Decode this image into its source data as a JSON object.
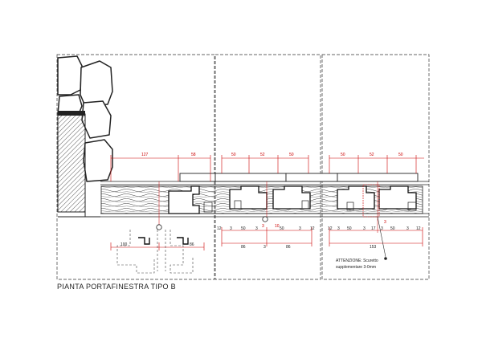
{
  "title": "PIANTA PORTAFINESTRA TIPO B",
  "top_dims": {
    "left_a": "127",
    "left_b": "58",
    "mid_a": "50",
    "mid_b": "52",
    "mid_c": "50",
    "right_a": "50",
    "right_b": "52",
    "right_c": "50"
  },
  "lower_left_dims": {
    "a": "100",
    "b": "86"
  },
  "mid_small": [
    "12",
    "3",
    "50",
    "3",
    "50",
    "3",
    "12"
  ],
  "mid_totals": {
    "a": "86",
    "b": "3",
    "c": "86"
  },
  "right_small": [
    "12",
    "3",
    "50",
    "3",
    "17",
    "3",
    "50",
    "3",
    "12"
  ],
  "right_total": "153",
  "markers": {
    "a": "10",
    "b": "3",
    "c": "3"
  },
  "note": {
    "label": "ATTENZIONE:",
    "line1": "Scuretto",
    "line2": "supplementare 3-0mm"
  },
  "colors": {
    "dimension": "#cc0000",
    "line": "#1a1a1a"
  }
}
